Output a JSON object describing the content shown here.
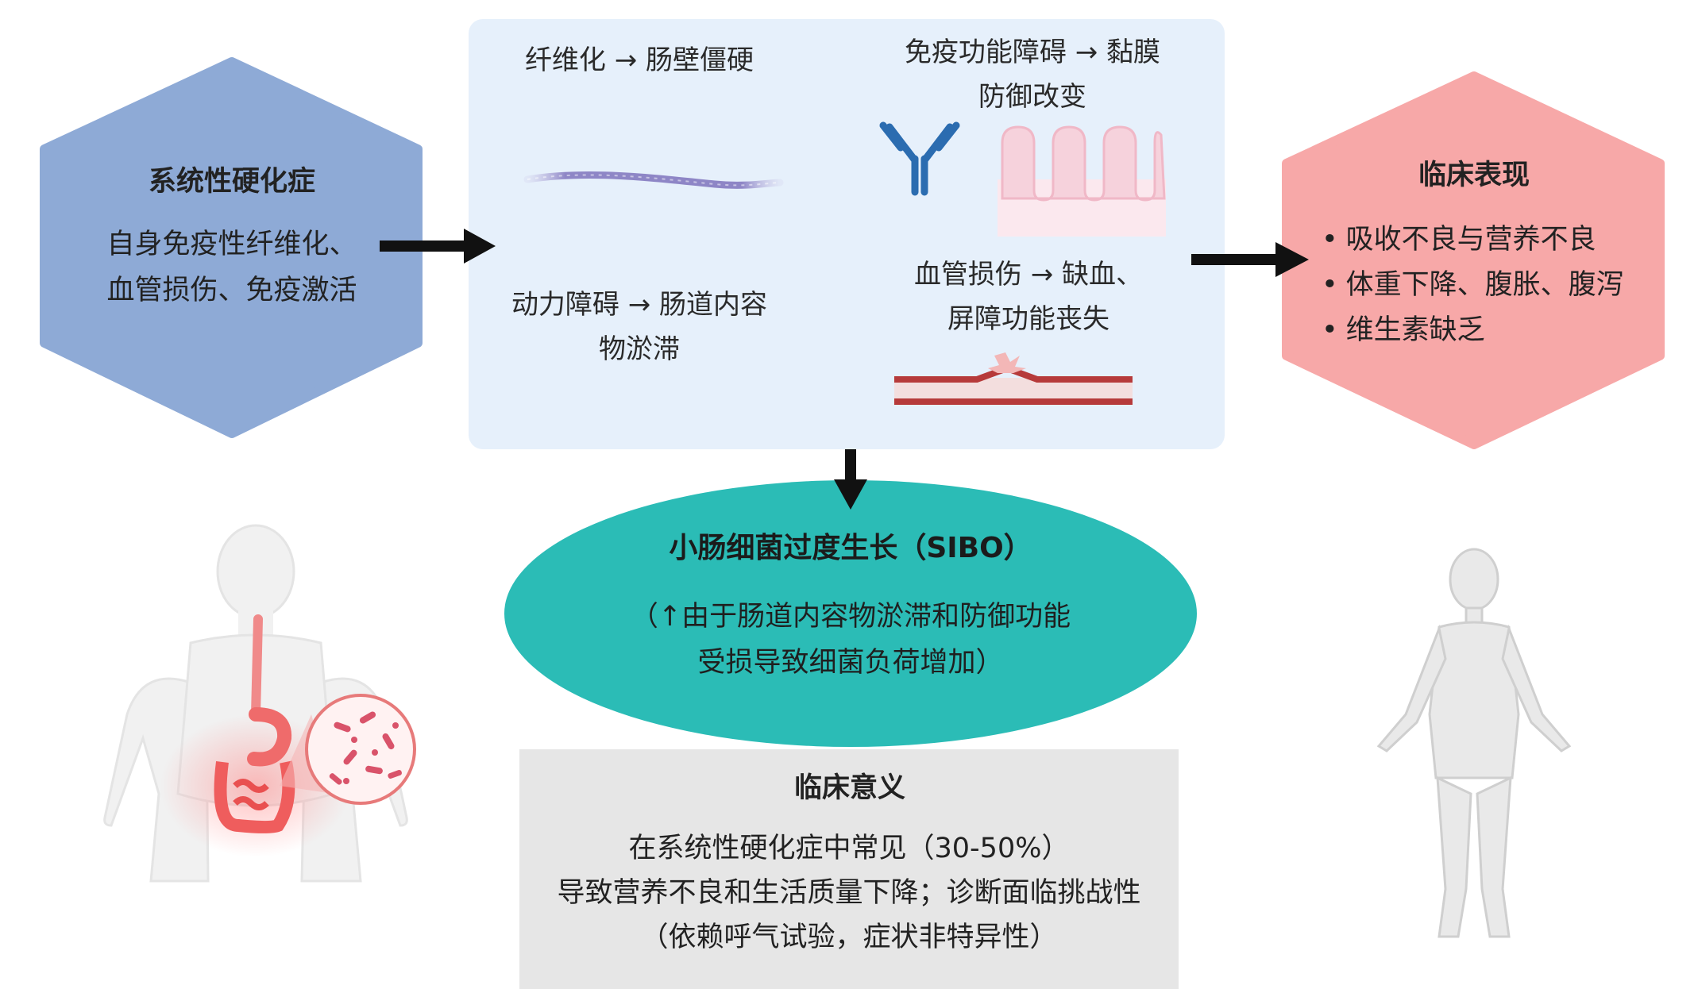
{
  "colors": {
    "left_hex": "#8eaad6",
    "mech_panel": "#e6f0fb",
    "right_hex": "#f7a8a8",
    "sibo_ellipse": "#2bbcb6",
    "significance_box": "#e6e6e6",
    "arrow": "#111111",
    "vessel": "#b63a3a"
  },
  "systemic_sclerosis": {
    "title": "系统性硬化症",
    "lines": [
      "自身免疫性纤维化、",
      "血管损伤、免疫激活"
    ]
  },
  "mechanisms": {
    "fibrosis": {
      "lines": [
        "纤维化 → 肠壁僵硬"
      ],
      "icon": "fiber-strand-icon"
    },
    "immune": {
      "lines": [
        "免疫功能障碍 → 黏膜",
        "防御改变"
      ],
      "icons": [
        "antibody-icon",
        "intestinal-villi-icon"
      ]
    },
    "motility": {
      "lines": [
        "动力障碍 → 肠道内容",
        "物淤滞"
      ]
    },
    "vascular": {
      "lines": [
        "血管损伤 → 缺血、",
        "屏障功能丧失"
      ],
      "icon": "damaged-vessel-icon"
    }
  },
  "clinical_manifestations": {
    "title": "临床表现",
    "items": [
      "吸收不良与营养不良",
      "体重下降、腹胀、腹泻",
      "维生素缺乏"
    ]
  },
  "sibo": {
    "title": "小肠细菌过度生长（SIBO）",
    "lines": [
      "（↑由于肠道内容物淤滞和防御功能",
      "受损导致细菌负荷增加）"
    ]
  },
  "clinical_significance": {
    "title": "临床意义",
    "lines": [
      "在系统性硬化症中常见（30-50%）",
      "导致营养不良和生活质量下降；诊断面临挑战性",
      "（依赖呼气试验，症状非特异性）"
    ]
  },
  "illustrations": {
    "left": "digestive-system-bacteria-illustration",
    "right": "emaciated-body-illustration"
  }
}
